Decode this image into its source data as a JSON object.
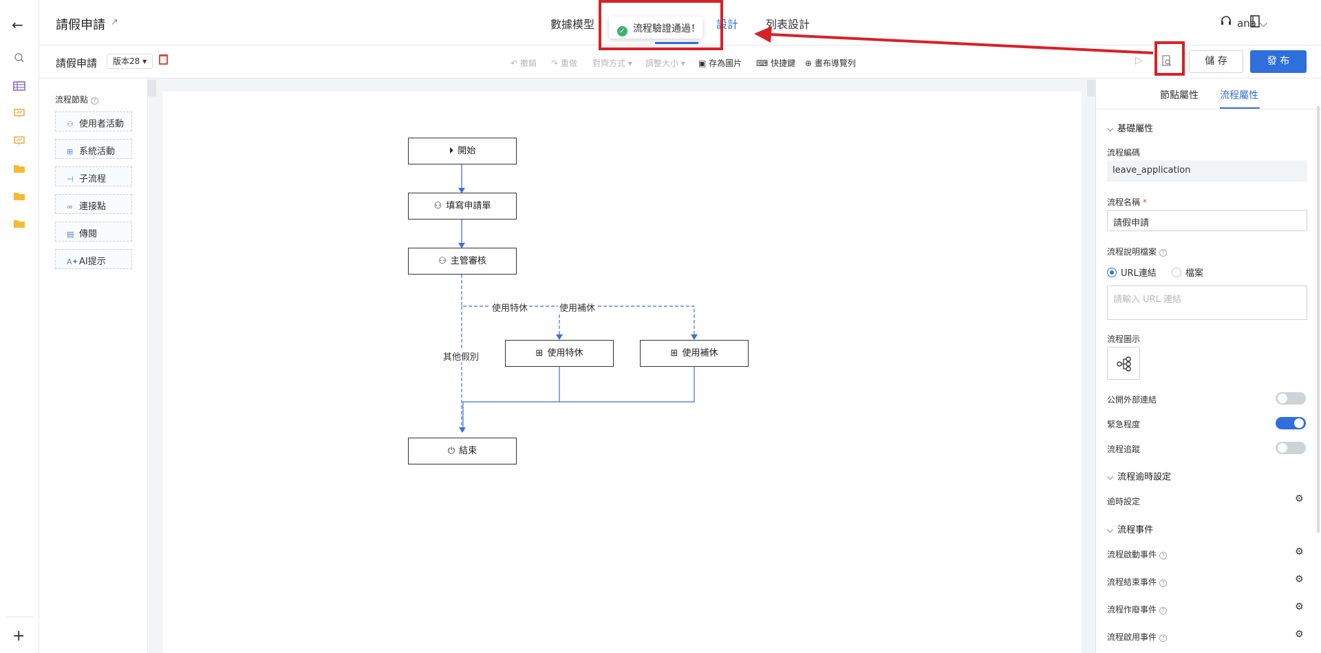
{
  "header": {
    "app_title": "請假申請",
    "tabs": [
      {
        "label": "數據模型"
      },
      {
        "label": "設計"
      },
      {
        "label": "列表設計"
      }
    ],
    "user": "ana"
  },
  "toast": {
    "message": "流程驗證通過！"
  },
  "toolbar": {
    "doc_title": "請假申請",
    "version": "版本28 ▾",
    "undo": "↶ 撤銷",
    "redo": "↷ 重做",
    "layout": "對齊方式 ▾",
    "resize": "調整大小 ▾",
    "save_image": "存為圖片",
    "shortcuts": "快捷鍵",
    "minimap": "畫布導覽列",
    "save_label": "儲 存",
    "publish_label": "發 布"
  },
  "palette": {
    "title": "流程節點",
    "items": [
      {
        "label": "使用者活動",
        "icon": "user-icon"
      },
      {
        "label": "系統活動",
        "icon": "grid-icon"
      },
      {
        "label": "子流程",
        "icon": "subflow-icon"
      },
      {
        "label": "連接點",
        "icon": "link-icon"
      },
      {
        "label": "傳閱",
        "icon": "document-icon"
      },
      {
        "label": "AI提示",
        "icon": "ai-icon"
      }
    ]
  },
  "flow": {
    "nodes": {
      "start": "開始",
      "fill_form": "填寫申請單",
      "manager_review": "主管審核",
      "special_leave": "使用特休",
      "comp_leave": "使用補休",
      "end": "結束"
    },
    "edges": {
      "special": "使用特休",
      "comp": "使用補休",
      "other": "其他假別"
    }
  },
  "panel": {
    "tabs": {
      "node": "節點屬性",
      "process": "流程屬性"
    },
    "basic_section": "基礎屬性",
    "code_label": "流程編碼",
    "code_value": "leave_application",
    "name_label": "流程名稱",
    "name_value": "請假申請",
    "doc_label": "流程說明檔案",
    "radio_url": "URL連結",
    "radio_file": "檔案",
    "url_placeholder": "請輸入 URL 連結",
    "icon_label": "流程圖示",
    "public_link": "公開外部連結",
    "urgency": "緊急程度",
    "tracking": "流程追蹤",
    "timeout_section": "流程逾時設定",
    "timeout_label": "逾時設定",
    "events_section": "流程事件",
    "event_start": "流程啟動事件",
    "event_end": "流程結束事件",
    "event_void": "流程作廢事件",
    "event_enable": "流程啟用事件",
    "toggles": {
      "public_link": false,
      "urgency": true,
      "tracking": false
    }
  },
  "colors": {
    "accent": "#2f6fdc",
    "annotation": "#d82127",
    "success": "#3bb273"
  }
}
